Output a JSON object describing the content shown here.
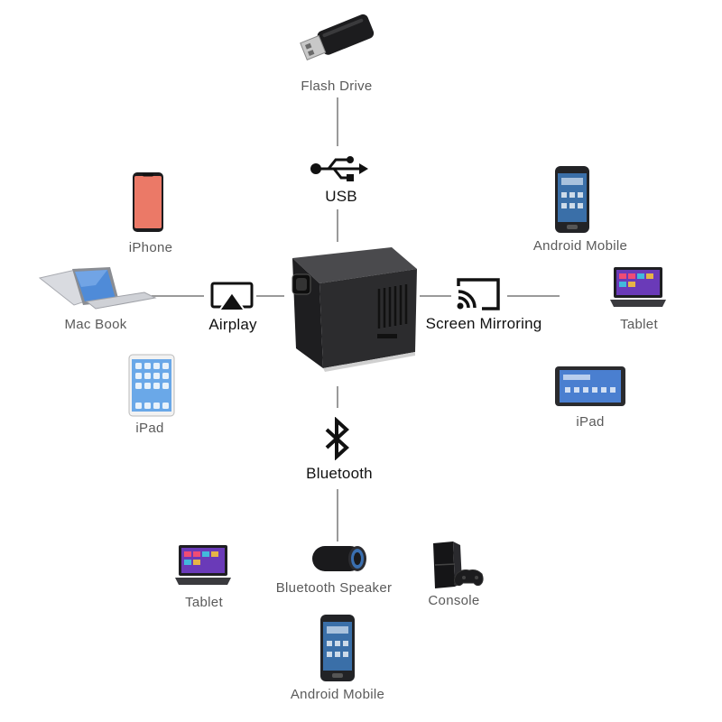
{
  "hub": {
    "name": "projector",
    "colors": {
      "body": "#2a2a2c",
      "top": "#3a3a3d",
      "accent": "#1a1a1a"
    }
  },
  "connections": {
    "usb": {
      "label": "USB",
      "icon": "usb-icon"
    },
    "airplay": {
      "label": "Airplay",
      "icon": "airplay-icon"
    },
    "mirroring": {
      "label": "Screen Mirroring",
      "icon": "cast-icon"
    },
    "bluetooth": {
      "label": "Bluetooth",
      "icon": "bluetooth-icon"
    }
  },
  "devices": {
    "flash_drive": "Flash Drive",
    "iphone": "iPhone",
    "macbook": "Mac Book",
    "ipad_left": "iPad",
    "android_top": "Android Mobile",
    "tablet_right": "Tablet",
    "ipad_right": "iPad",
    "tablet_bottom": "Tablet",
    "speaker": "Bluetooth Speaker",
    "console": "Console",
    "android_bottom": "Android Mobile"
  },
  "colors": {
    "line": "#9a9a9a",
    "label": "#5a5a5a",
    "connector": "#111111",
    "screen": "#3b5fd8"
  }
}
